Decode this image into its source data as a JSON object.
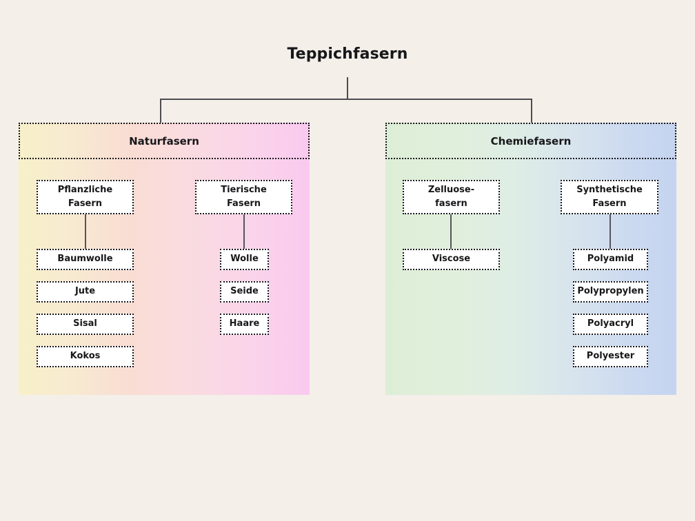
{
  "diagram": {
    "title": "Teppichfasern",
    "background_color": "#f4efe9",
    "line_color": "#4b4b50",
    "branches": [
      {
        "id": "naturfasern",
        "header": "Naturfasern",
        "gradient_from": "#f7f0c8",
        "gradient_to": "#f9c9ef",
        "groups": [
          {
            "id": "pflanzliche-fasern",
            "label": "Pflanzliche\nFasern",
            "label_line1": "Pflanzliche",
            "label_line2": "Fasern",
            "children": [
              "Baumwolle",
              "Jute",
              "Sisal",
              "Kokos"
            ]
          },
          {
            "id": "tierische-fasern",
            "label_line1": "Tierische",
            "label_line2": "Fasern",
            "children": [
              "Wolle",
              "Seide",
              "Haare"
            ]
          }
        ]
      },
      {
        "id": "chemiefasern",
        "header": "Chemiefasern",
        "gradient_from": "#ddeed6",
        "gradient_to": "#c5d4ef",
        "groups": [
          {
            "id": "zelluosefasern",
            "label_line1": "Zelluose-",
            "label_line2": "fasern",
            "children": [
              "Viscose"
            ]
          },
          {
            "id": "synthetische-fasern",
            "label_line1": "Synthetische",
            "label_line2": "Fasern",
            "children": [
              "Polyamid",
              "Polypropylen",
              "Polyacryl",
              "Polyester"
            ]
          }
        ]
      }
    ]
  }
}
